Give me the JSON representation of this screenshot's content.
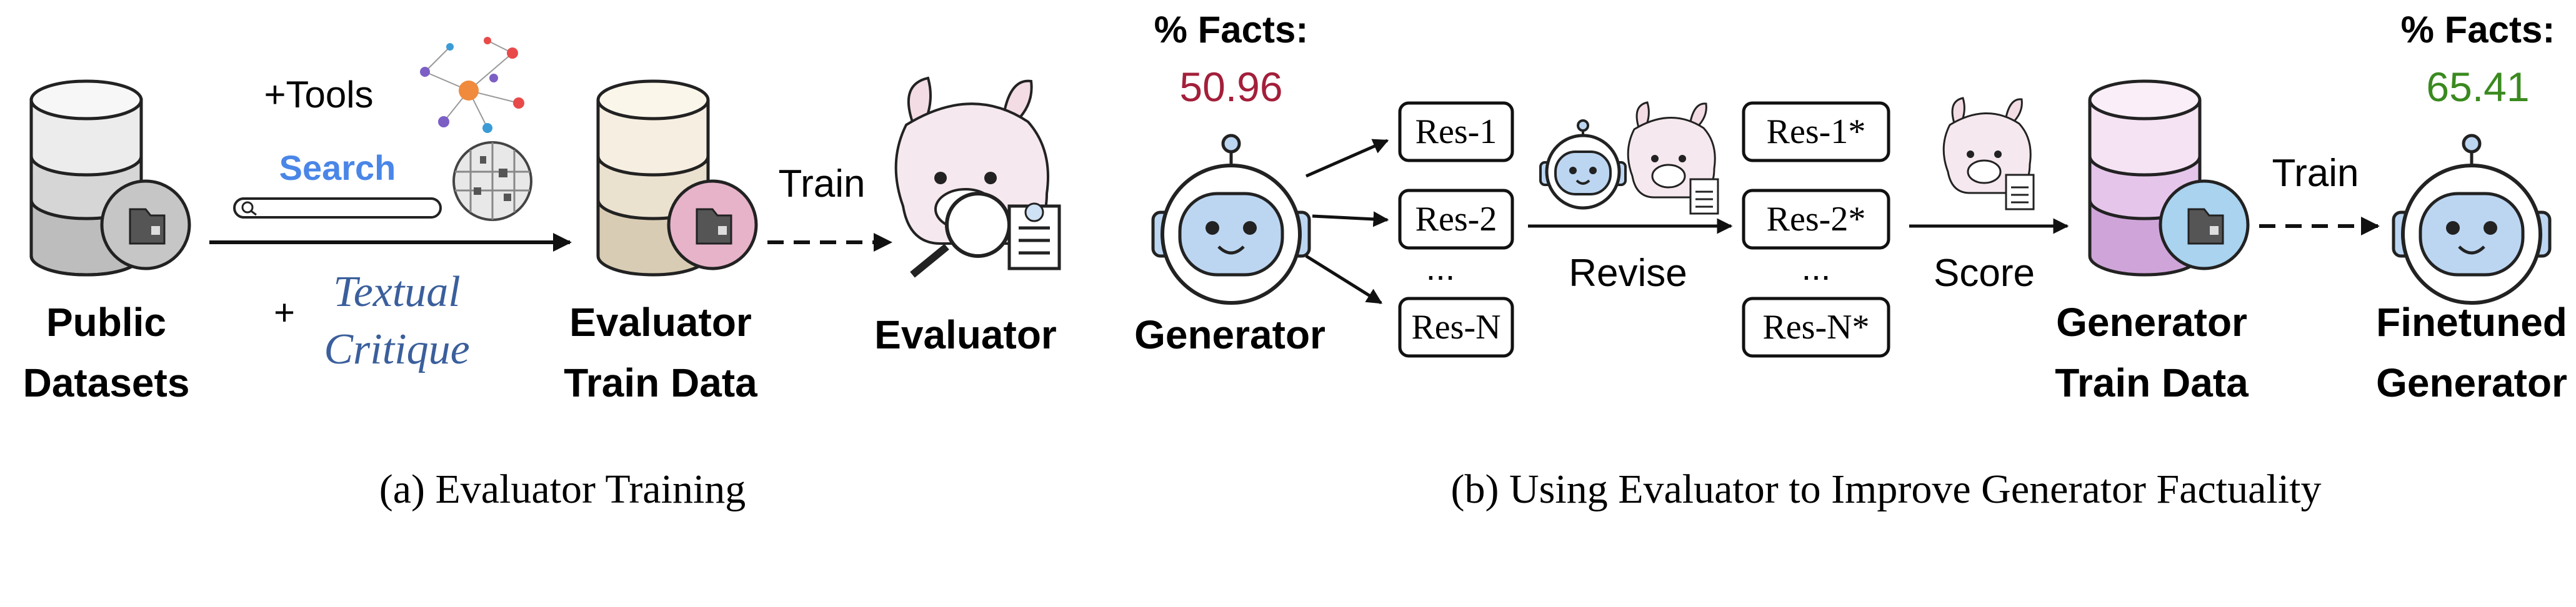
{
  "panel_a": {
    "caption": "(a) Evaluator Training",
    "public_datasets_line1": "Public",
    "public_datasets_line2": "Datasets",
    "tools_label": "+Tools",
    "search_label": "Search",
    "plus_sign": "+",
    "critique_line1": "Textual",
    "critique_line2": "Critique",
    "evaluator_data_line1": "Evaluator",
    "evaluator_data_line2": "Train Data",
    "train_label": "Train",
    "evaluator_label": "Evaluator"
  },
  "panel_b": {
    "caption": "(b) Using Evaluator to Improve Generator Factuality",
    "facts_before_label": "% Facts:",
    "facts_before_value": "50.96",
    "facts_after_label": "% Facts:",
    "facts_after_value": "65.41",
    "generator_label": "Generator",
    "responses": [
      "Res-1",
      "Res-2",
      "Res-N"
    ],
    "revised_responses": [
      "Res-1*",
      "Res-2*",
      "Res-N*"
    ],
    "ellipsis": "...",
    "revise_label": "Revise",
    "score_label": "Score",
    "generator_data_line1": "Generator",
    "generator_data_line2": "Train Data",
    "train_label": "Train",
    "finetuned_line1": "Finetuned",
    "finetuned_line2": "Generator"
  },
  "colors": {
    "facts_before": "#a31f3a",
    "facts_after": "#3a8a1f",
    "critique_text": "#3b5f9c",
    "db_public": "#c9c9c9",
    "db_evaluator": "#e4d8c4",
    "db_generator": "#d9b8e0",
    "robot_face": "#bcd6f2"
  }
}
